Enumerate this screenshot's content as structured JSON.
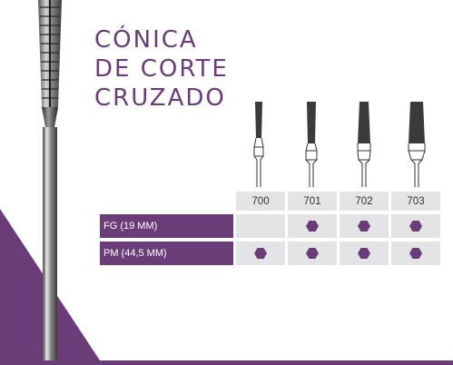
{
  "title": {
    "line1": "CÓNICA",
    "line2": "DE CORTE",
    "line3": "CRUZADO"
  },
  "colors": {
    "brand_purple": "#6a3d79",
    "cell_grey": "#e4e4e6",
    "instrument_dark": "#3a3a3a"
  },
  "table": {
    "columns": [
      "700",
      "701",
      "702",
      "703"
    ],
    "rows": [
      {
        "label": "FG (19 MM)",
        "available": [
          false,
          true,
          true,
          true
        ]
      },
      {
        "label": "PM (44,5 MM)",
        "available": [
          true,
          true,
          true,
          true
        ]
      }
    ],
    "marker_icon": "hexagon-icon"
  }
}
